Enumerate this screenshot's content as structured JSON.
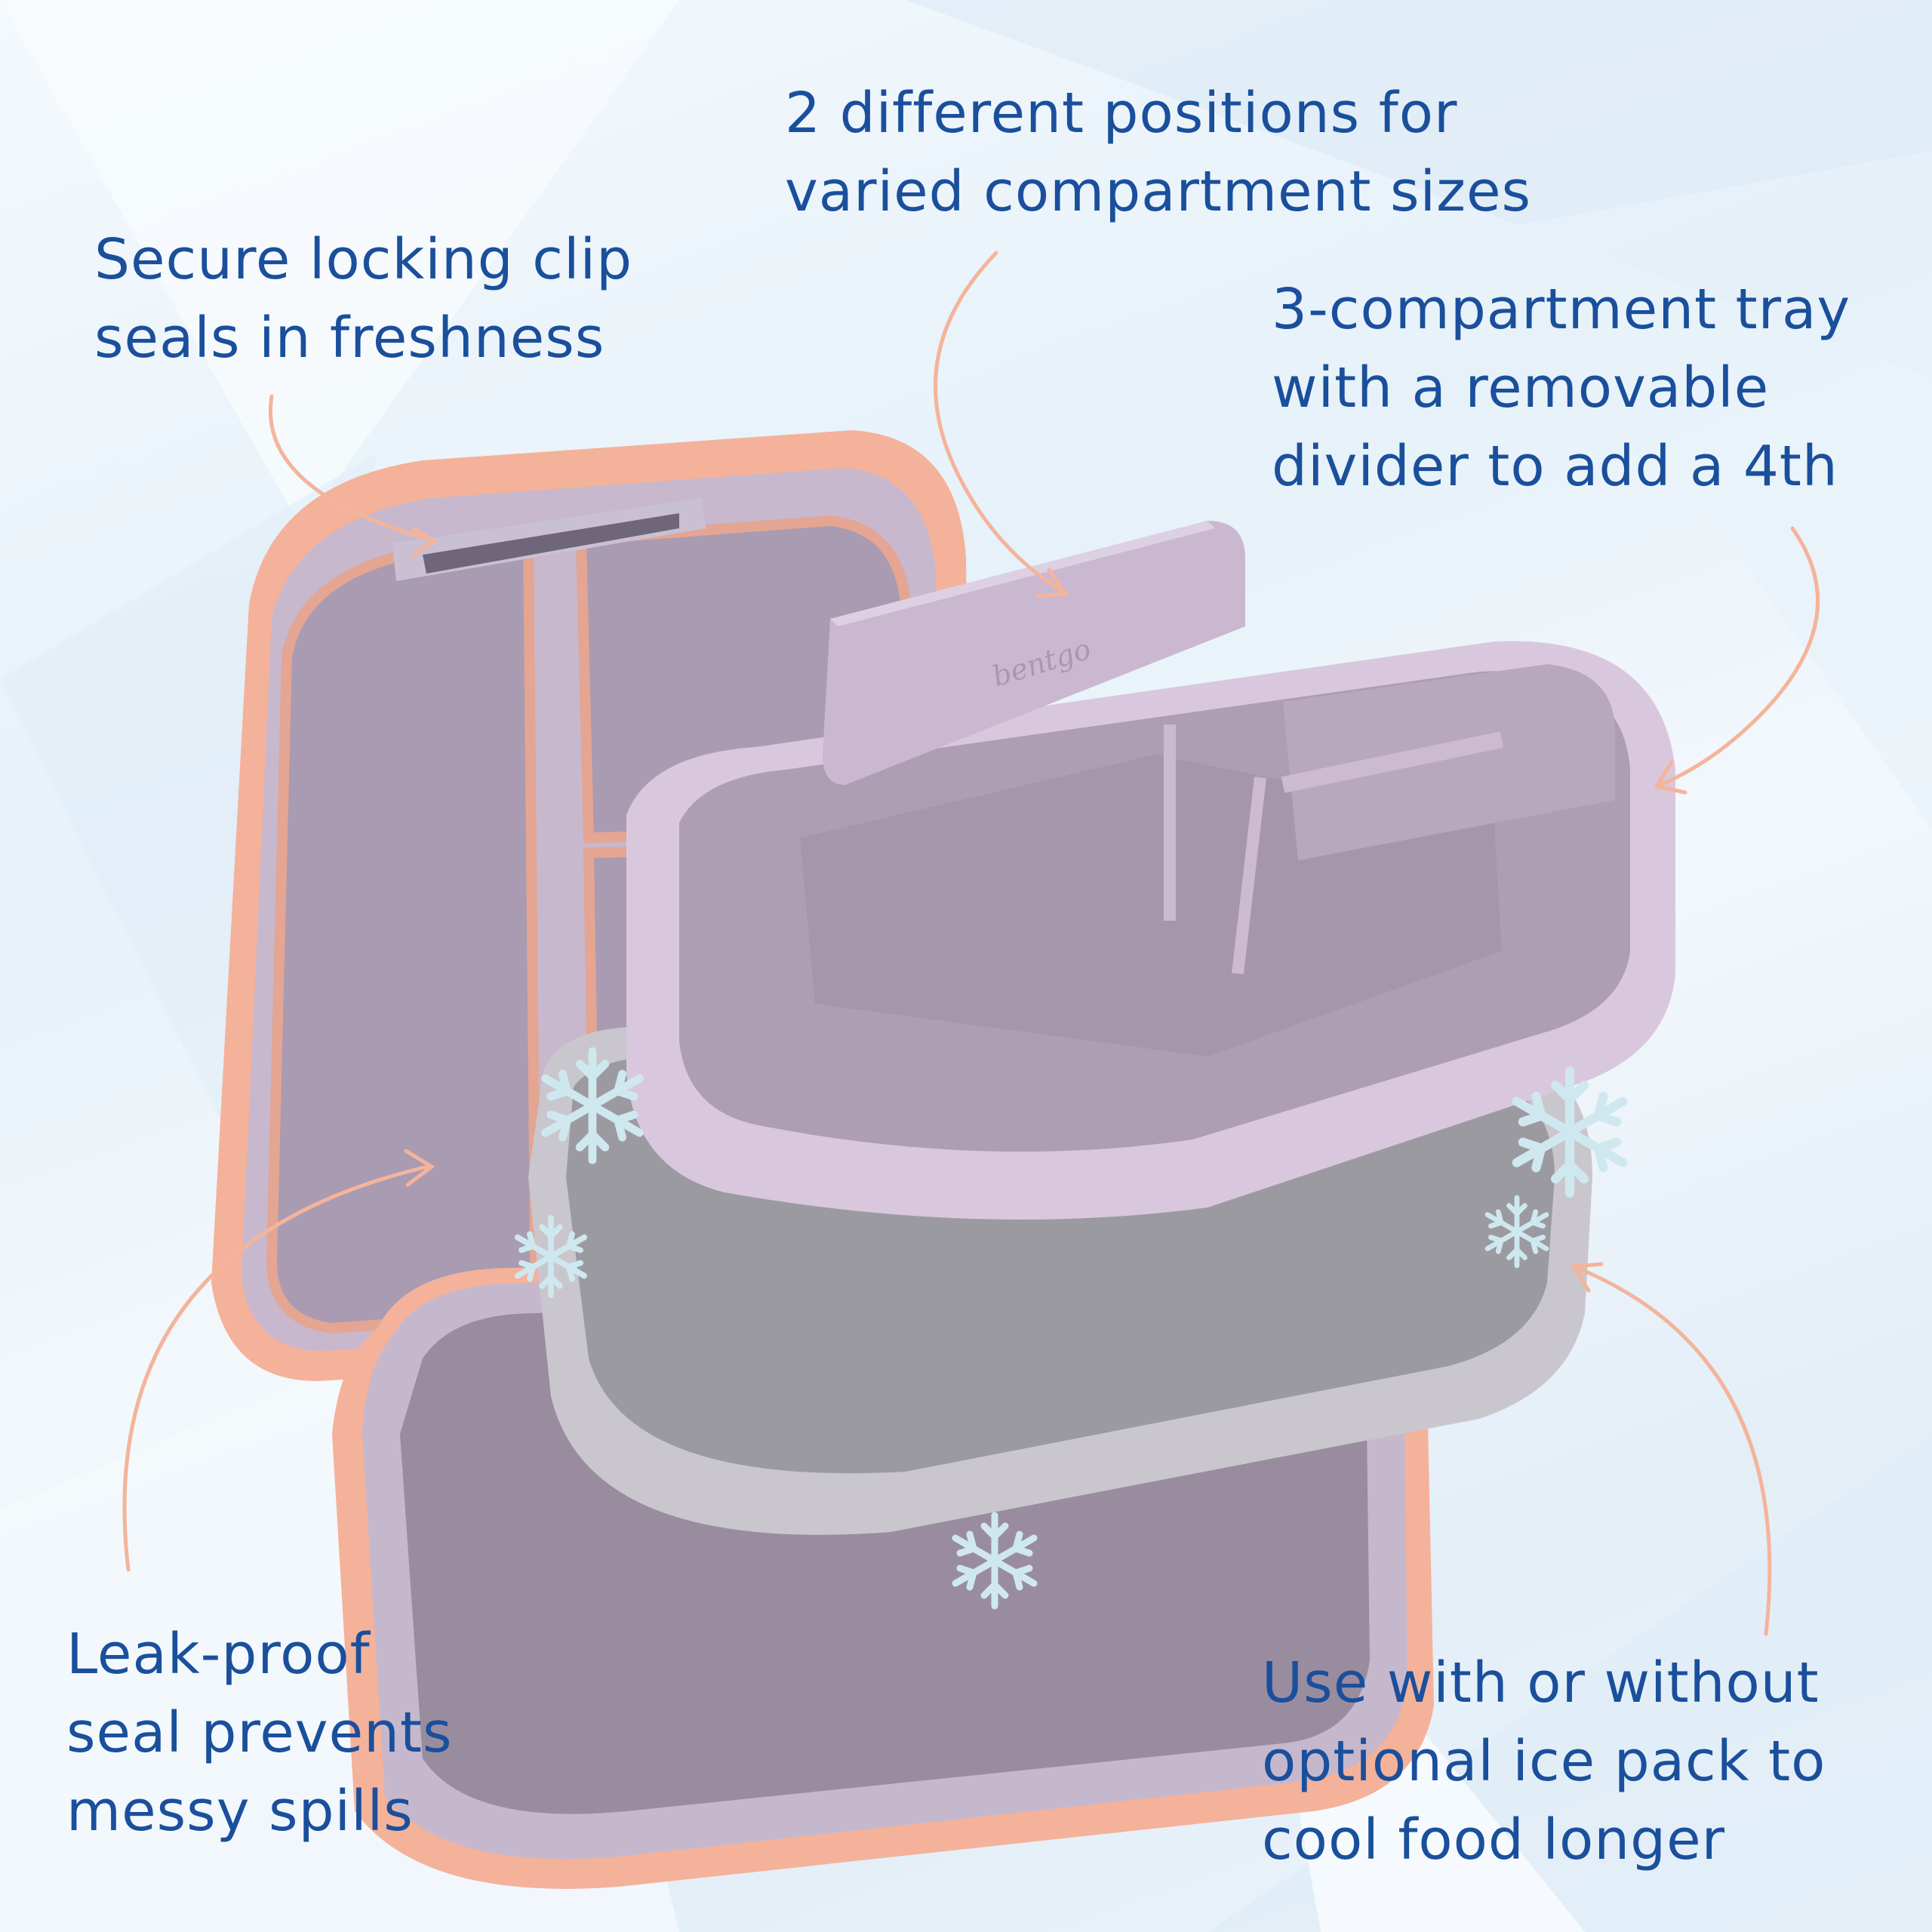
{
  "theme": {
    "text_color": "#1a4f9c",
    "arrow_color": "#f4b49b",
    "case_color": "#f4b29a",
    "case_interior": "#a698ae",
    "tray_color": "#d8c6dc",
    "tray_interior": "#b6a6bc",
    "icepack_color": "#c8c6cc",
    "snowflake_color": "#cfe8ef",
    "background": "#eaf3fa"
  },
  "product": {
    "brand_emboss": "bentgo"
  },
  "callouts": {
    "locking_clip": {
      "lines": [
        "Secure locking clip",
        "seals in freshness"
      ]
    },
    "positions": {
      "lines": [
        "2 different positions for",
        "varied compartment sizes"
      ]
    },
    "tray": {
      "lines": [
        "3-compartment tray",
        "with a removable",
        "divider to add a 4th"
      ]
    },
    "leak_proof": {
      "lines": [
        "Leak-proof",
        "seal prevents",
        "messy spills"
      ]
    },
    "ice_pack": {
      "lines": [
        "Use with or without",
        "optional ice pack to",
        "cool food longer"
      ]
    }
  }
}
